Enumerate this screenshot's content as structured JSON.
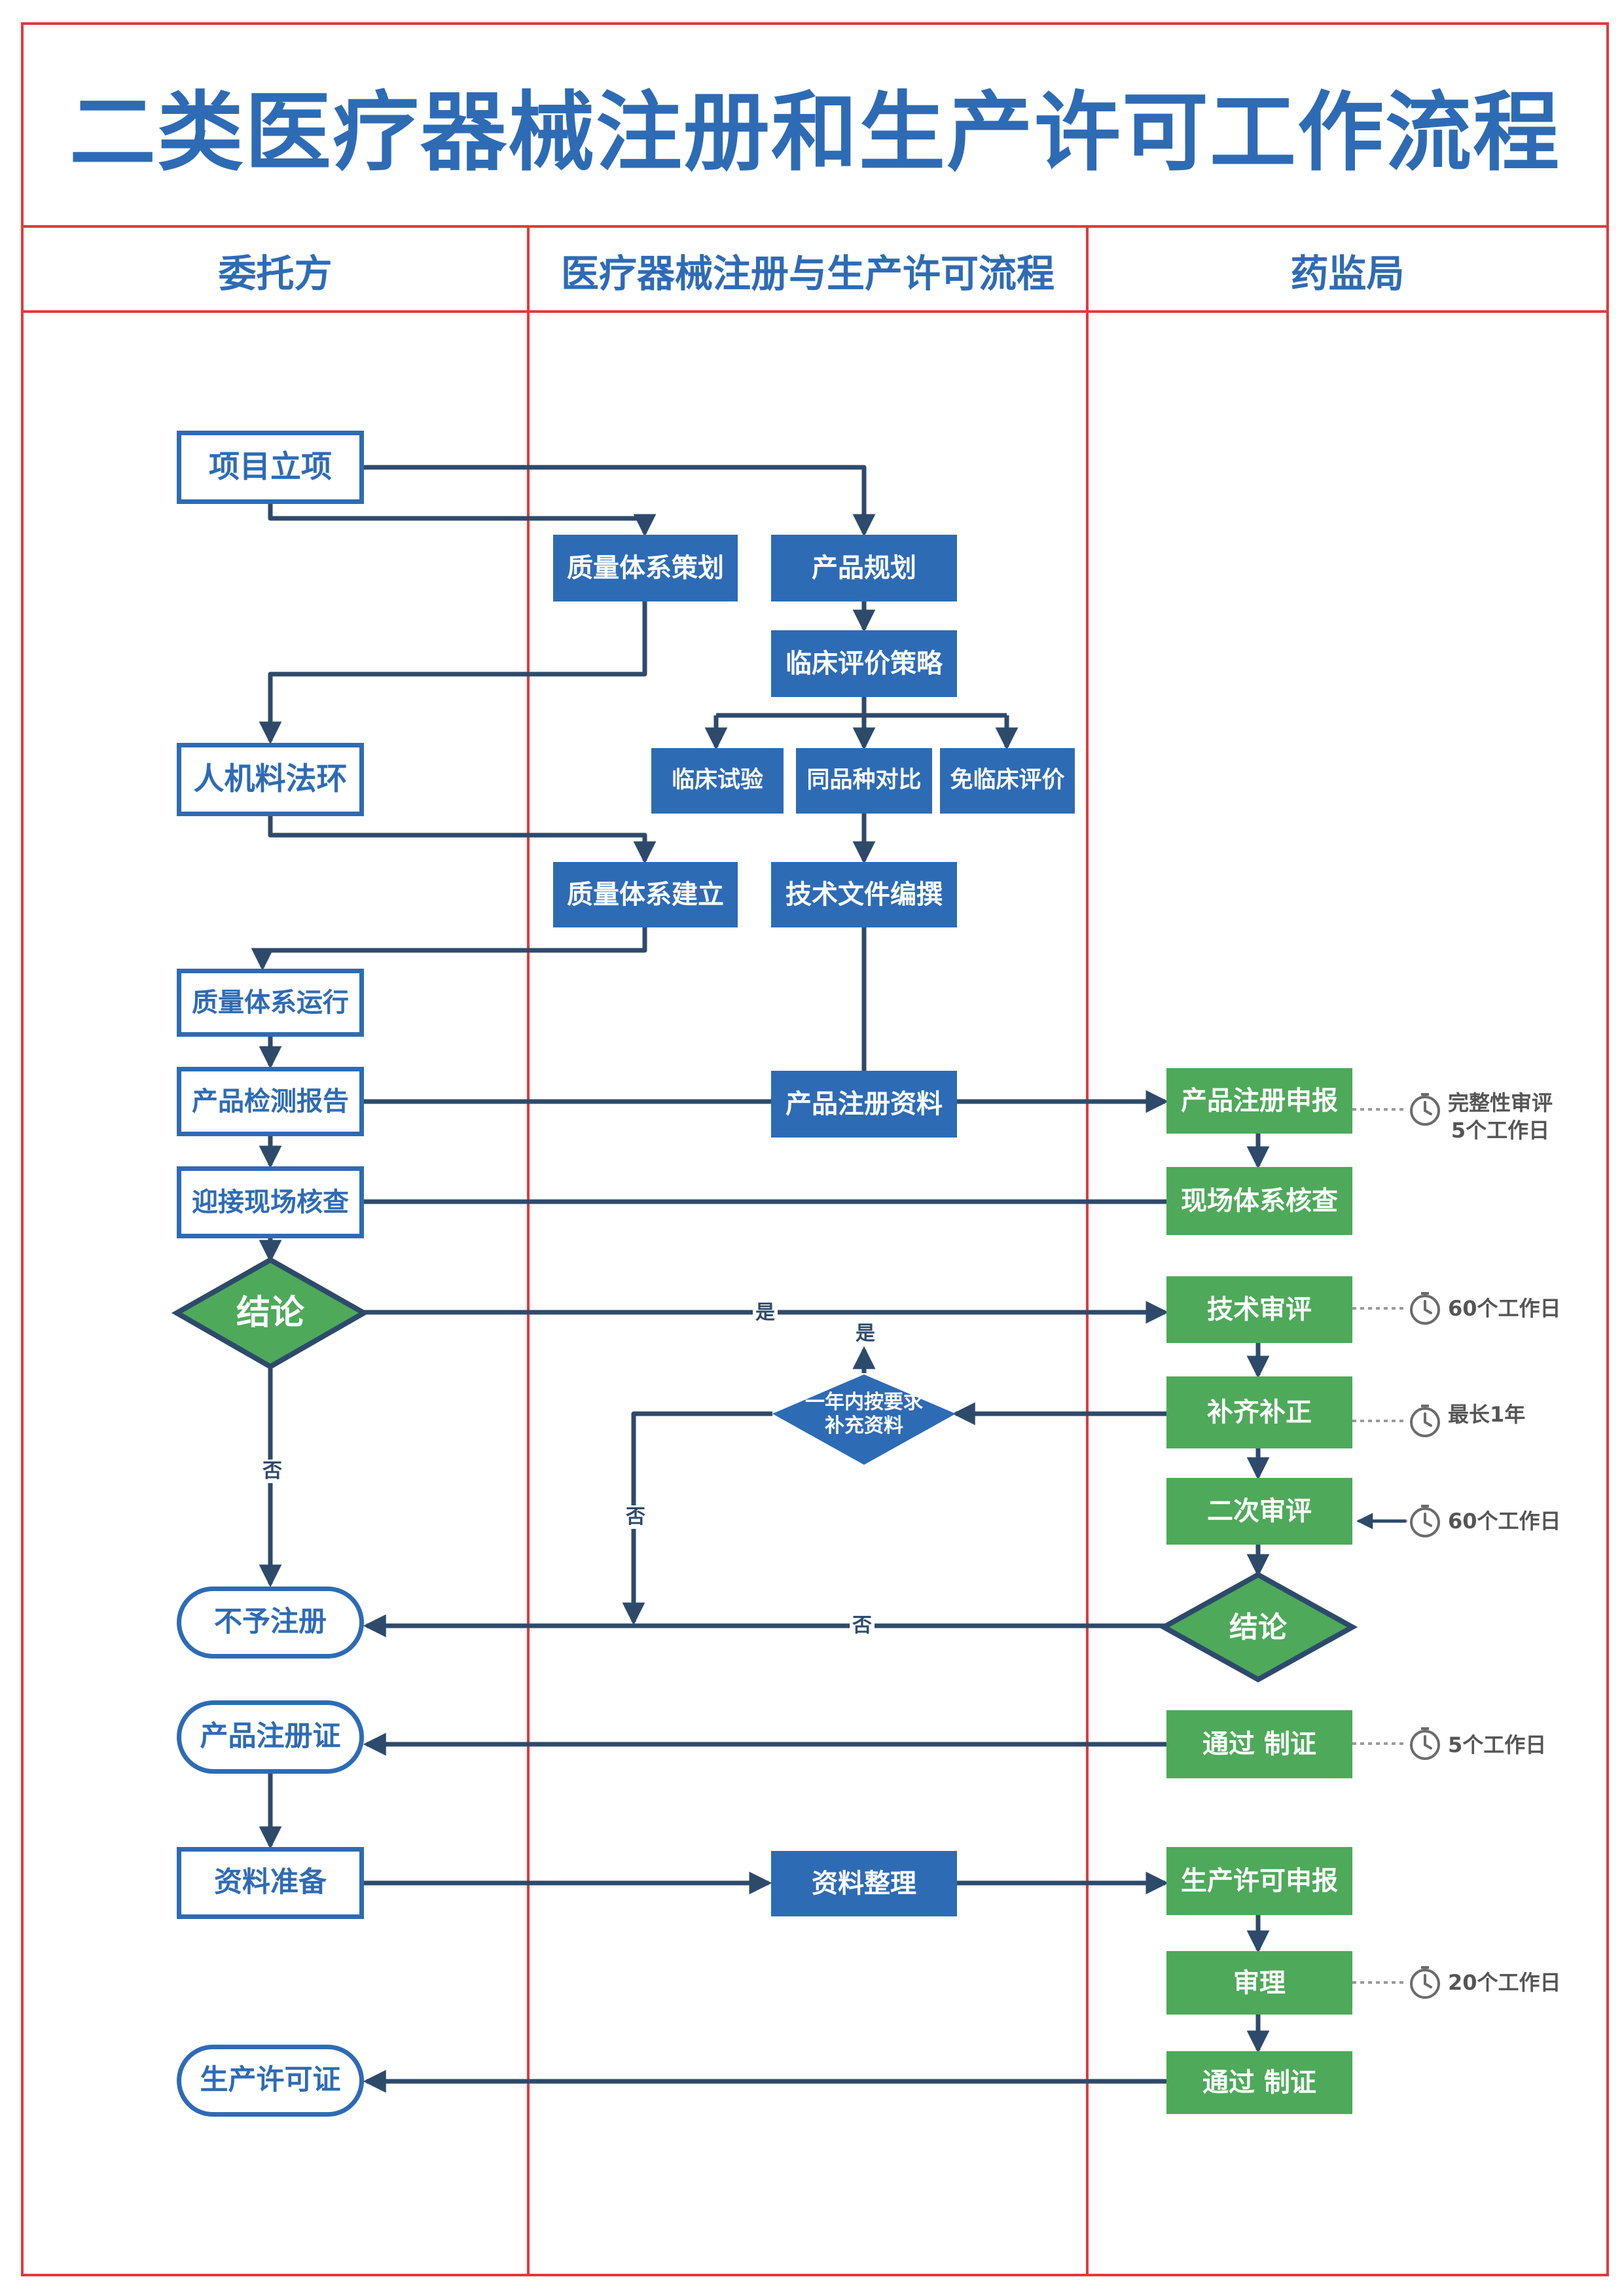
{
  "title": "二类医疗器械注册和生产许可工作流程",
  "lanes": {
    "client": "委托方",
    "process": "医疗器械注册与生产许可流程",
    "nmpa": "药监局"
  },
  "nodes": {
    "project_setup": "项目立项",
    "qms_planning": "质量体系策划",
    "product_planning": "产品规划",
    "clinical_strategy": "临床评价策略",
    "clinical_trial": "临床试验",
    "same_type_comparison": "同品种对比",
    "clinical_exempt": "免临床评价",
    "man_machine": "人机料法环",
    "qms_build": "质量体系建立",
    "tech_docs": "技术文件编撰",
    "qms_run": "质量体系运行",
    "test_report": "产品检测报告",
    "reg_docs": "产品注册资料",
    "reg_apply": "产品注册申报",
    "receive_inspection": "迎接现场核查",
    "onsite_inspection": "现场体系核查",
    "conclusion_client": "结论",
    "tech_review": "技术审评",
    "supplement_diamond": "一年内按要求\n补充资料",
    "supplement": "补齐补正",
    "second_review": "二次审评",
    "reject": "不予注册",
    "conclusion_nmpa": "结论",
    "reg_cert": "产品注册证",
    "pass_cert_1": "通过 制证",
    "doc_prep": "资料准备",
    "doc_organize": "资料整理",
    "license_apply": "生产许可申报",
    "review": "审理",
    "pass_cert_2": "通过 制证",
    "license": "生产许可证"
  },
  "edge_labels": {
    "yes_main": "是",
    "yes_up": "是",
    "no_left": "否",
    "no_mid": "否",
    "no_bottom": "否"
  },
  "timelines": {
    "completeness": "完整性审评\n5个工作日",
    "tech_review": "60个工作日",
    "supplement": "最长1年",
    "second_review": "60个工作日",
    "certification": "5个工作日",
    "review": "20个工作日"
  },
  "colors": {
    "frame": "#e03a3a",
    "blue": "#2e6bb5",
    "green": "#4ea95a",
    "connector": "#2e4a6b",
    "dotted": "#9a9a9a"
  },
  "icons": {
    "timer": "stopwatch-icon"
  }
}
